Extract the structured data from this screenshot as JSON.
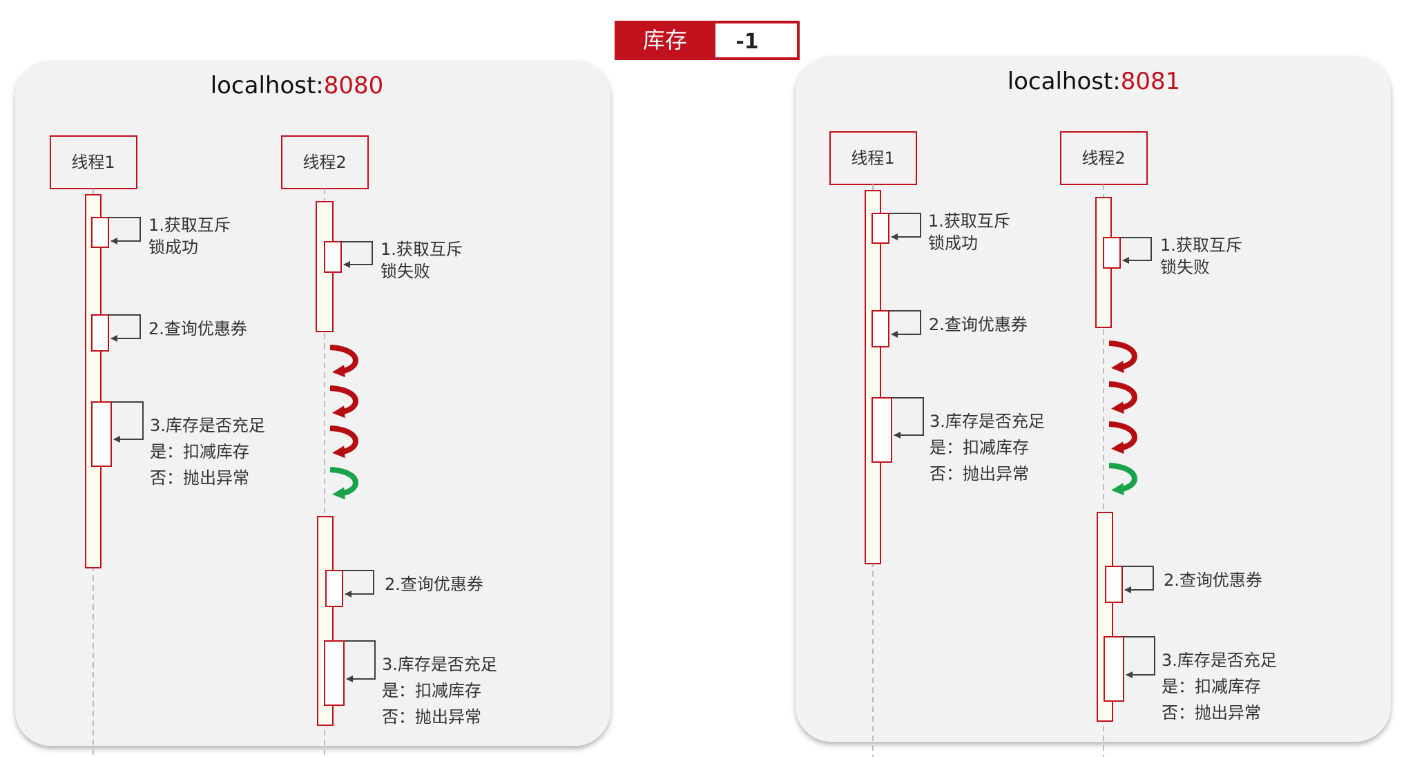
{
  "header": {
    "stock_label": "库存",
    "stock_value": "-1"
  },
  "colors": {
    "brand_red": "#c0111d",
    "arrow_dark_red": "#b50d12",
    "arrow_green": "#1aa34a",
    "panel_bg": "#f2f2f2",
    "lifeline_fill": "#fffdf0"
  },
  "panels": [
    {
      "host": "localhost:",
      "port": "8080",
      "threads": [
        {
          "label": "线程1",
          "steps": [
            {
              "lines": [
                "1.获取互斥",
                "锁成功"
              ]
            },
            {
              "lines": [
                "2.查询优惠券"
              ]
            },
            {
              "lines": [
                "3.库存是否充足",
                "是：扣减库存",
                "否：抛出异常"
              ]
            }
          ]
        },
        {
          "label": "线程2",
          "steps": [
            {
              "lines": [
                "1.获取互斥",
                "锁失败"
              ]
            },
            {
              "lines": [
                "2.查询优惠券"
              ]
            },
            {
              "lines": [
                "3.库存是否充足",
                "是：扣减库存",
                "否：抛出异常"
              ]
            }
          ],
          "retry_arrows": [
            "retry-arrow",
            "retry-arrow",
            "retry-arrow",
            "success-arrow"
          ]
        }
      ]
    },
    {
      "host": "localhost:",
      "port": "8081",
      "threads": [
        {
          "label": "线程1",
          "steps": [
            {
              "lines": [
                "1.获取互斥",
                "锁成功"
              ]
            },
            {
              "lines": [
                "2.查询优惠券"
              ]
            },
            {
              "lines": [
                "3.库存是否充足",
                "是：扣减库存",
                "否：抛出异常"
              ]
            }
          ]
        },
        {
          "label": "线程2",
          "steps": [
            {
              "lines": [
                "1.获取互斥",
                "锁失败"
              ]
            },
            {
              "lines": [
                "2.查询优惠券"
              ]
            },
            {
              "lines": [
                "3.库存是否充足",
                "是：扣减库存",
                "否：抛出异常"
              ]
            }
          ],
          "retry_arrows": [
            "retry-arrow",
            "retry-arrow",
            "retry-arrow",
            "success-arrow"
          ]
        }
      ]
    }
  ]
}
